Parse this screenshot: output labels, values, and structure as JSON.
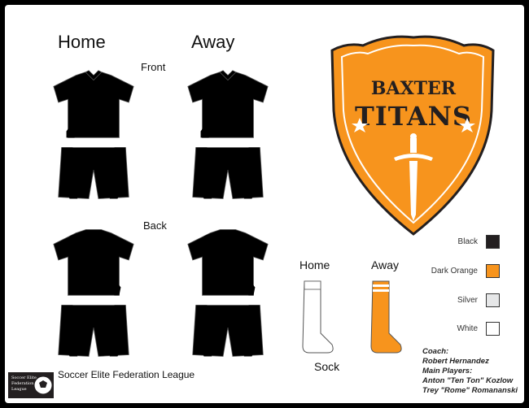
{
  "headings": {
    "home": "Home",
    "away": "Away",
    "front": "Front",
    "back": "Back"
  },
  "sock": {
    "home": "Home",
    "away": "Away",
    "label": "Sock"
  },
  "crest": {
    "line1": "BAXTER",
    "line2": "TITANS"
  },
  "colors": {
    "orange": "#F7941D",
    "items": [
      {
        "label": "Black",
        "hex": "#231F20"
      },
      {
        "label": "Dark Orange",
        "hex": "#F7941D"
      },
      {
        "label": "Silver",
        "hex": "#E6E7E8"
      },
      {
        "label": "White",
        "hex": "#FFFFFF"
      }
    ]
  },
  "roster": {
    "coach_heading": "Coach:",
    "coach": "Robert Hernandez",
    "players_heading": "Main Players:",
    "players": [
      "Anton \"Ten Ton\" Kozlow",
      "Trey \"Rome\" Romananski"
    ]
  },
  "league": {
    "name": "Soccer Elite Federation League",
    "logo_lines": [
      "Soccer Elite",
      "Federation",
      "League"
    ]
  }
}
